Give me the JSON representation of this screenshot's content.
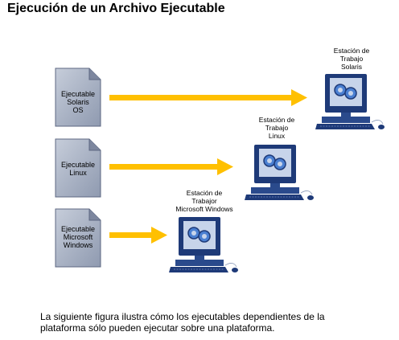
{
  "title": "Ejecución de un Archivo Ejecutable",
  "documents": [
    {
      "id": "solaris",
      "lines": [
        "Ejecutable",
        "Solaris",
        "OS"
      ]
    },
    {
      "id": "linux",
      "lines": [
        "Ejecutable",
        "Linux"
      ]
    },
    {
      "id": "windows",
      "lines": [
        "Ejecutable",
        "Microsoft",
        "Windows"
      ]
    }
  ],
  "stations": [
    {
      "id": "solaris",
      "lines": [
        "Estación de",
        "Trabajo",
        "Solaris"
      ]
    },
    {
      "id": "linux",
      "lines": [
        "Estación de",
        "Trabajo",
        "Linux"
      ]
    },
    {
      "id": "windows",
      "lines": [
        "Estación de",
        "Trabajor",
        "Microsoft Windows"
      ]
    }
  ],
  "caption": [
    "La siguiente figura ilustra cómo los ejecutables dependientes de la",
    "plataforma sólo pueden ejecutar sobre una plataforma."
  ],
  "colors": {
    "arrow": "#ffc000",
    "document_fill": "#a8b2c6",
    "computer_body": "#1e3a78",
    "screen": "#c7d4ea",
    "gear": "#4a7fd1"
  }
}
